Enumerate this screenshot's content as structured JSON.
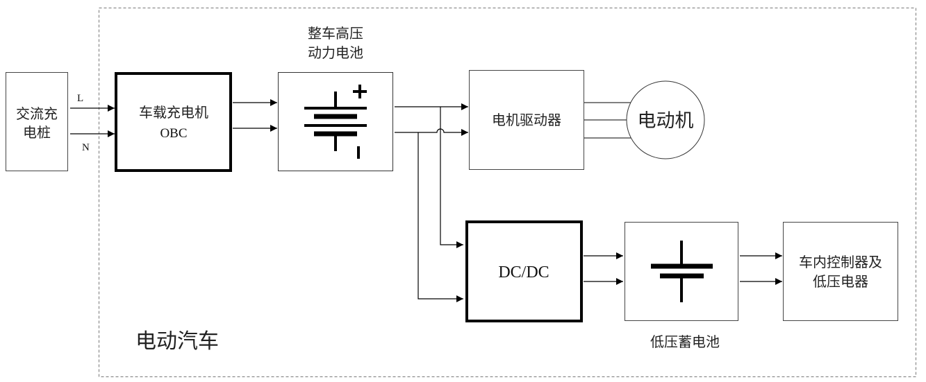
{
  "diagram": {
    "title": "电动汽车",
    "boundary_label": "电动汽车",
    "nodes": {
      "ac_pile": {
        "label_line1": "交流充",
        "label_line2": "电桩"
      },
      "obc": {
        "label_line1": "车载充电机",
        "label_line2": "OBC"
      },
      "hv_battery": {
        "caption_line1": "整车高压",
        "caption_line2": "动力电池",
        "plus_symbol": "+",
        "minus_symbol": "-"
      },
      "motor_driver": {
        "label": "电机驱动器"
      },
      "motor": {
        "label": "电动机"
      },
      "dcdc": {
        "label": "DC/DC"
      },
      "lv_battery": {
        "caption": "低压蓄电池"
      },
      "controllers": {
        "label_line1": "车内控制器及",
        "label_line2": "低压电器"
      }
    },
    "wires": {
      "line_label": "L",
      "neutral_label": "N"
    },
    "edges": [
      {
        "from": "交流充电桩",
        "to": "车载充电机 OBC",
        "count": 2
      },
      {
        "from": "车载充电机 OBC",
        "to": "整车高压动力电池",
        "count": 2
      },
      {
        "from": "整车高压动力电池",
        "to": "电机驱动器",
        "count": 2
      },
      {
        "from": "整车高压动力电池",
        "to": "DC/DC",
        "count": 2
      },
      {
        "from": "电机驱动器",
        "to": "电动机",
        "count": 3
      },
      {
        "from": "DC/DC",
        "to": "低压蓄电池",
        "count": 2
      },
      {
        "from": "低压蓄电池",
        "to": "车内控制器及低压电器",
        "count": 2
      }
    ]
  }
}
